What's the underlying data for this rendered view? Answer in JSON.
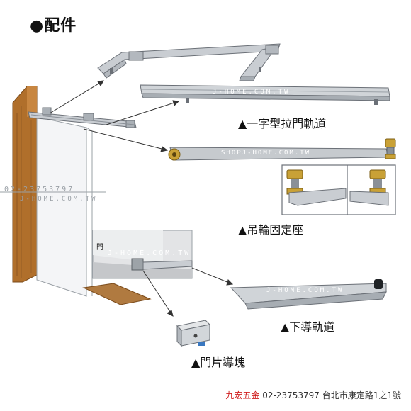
{
  "heading": "●配件",
  "captions": {
    "straight_track": "▲一字型拉門軌道",
    "hanger_mount": "▲吊輪固定座",
    "bottom_track": "▲下導軌道",
    "door_guide": "▲門片導塊"
  },
  "inset_label": "門",
  "watermarks": {
    "phone": "02-23753797",
    "site": "J-HOME.COM.TW",
    "shop": "SHOPJ-HOME.COM.TW"
  },
  "footer": {
    "brand": "九宏五金",
    "phone": "02-23753797",
    "address": "台北市康定路1之1號"
  },
  "colors": {
    "wood": "#b06f2b",
    "aluminum": "#c9cdd2",
    "brass": "#c9a136"
  }
}
